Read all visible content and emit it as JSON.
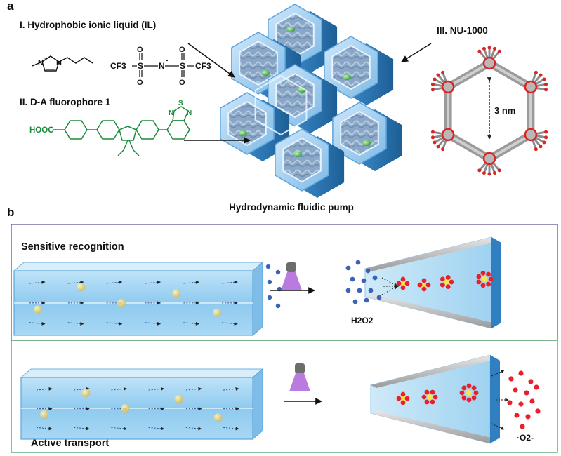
{
  "panel_a": {
    "letter": "a",
    "il_title": "I. Hydrophobic ionic liquid (IL)",
    "fluor_title": "II. D-A fluorophore 1",
    "mof_title": "III. NU-1000",
    "pore_size": "3 nm",
    "pump_caption": "Hydrodynamic fluidic pump",
    "chem": {
      "cation_n_plus": "N",
      "cation_plus": "+",
      "cation_n": "N",
      "anion_cf3_left": "CF3",
      "anion_s_left": "S",
      "anion_n_minus": "N",
      "anion_minus": "-",
      "anion_s_right": "S",
      "anion_cf3_right": "CF3",
      "anion_o": "O",
      "fluor_hooc": "HOOC",
      "fluor_n": "N",
      "fluor_s": "S"
    }
  },
  "panel_b": {
    "letter": "b",
    "top_title": "Sensitive recognition",
    "top_species": "H2O2",
    "bottom_title": "Active transport",
    "bottom_species": "·O2-"
  },
  "colors": {
    "channel_blue": "#2f7fc1",
    "channel_light": "#a9d4f2",
    "dot_blue": "#3a63b8",
    "dot_red": "#e8202a",
    "dot_yellow": "#f7e54a",
    "fluor_green": "#1e8a3c",
    "frame_top": "#5a4a8a",
    "frame_bottom": "#3b9a55",
    "mof_red": "#d92525",
    "mof_gray": "#8c8c8c"
  }
}
